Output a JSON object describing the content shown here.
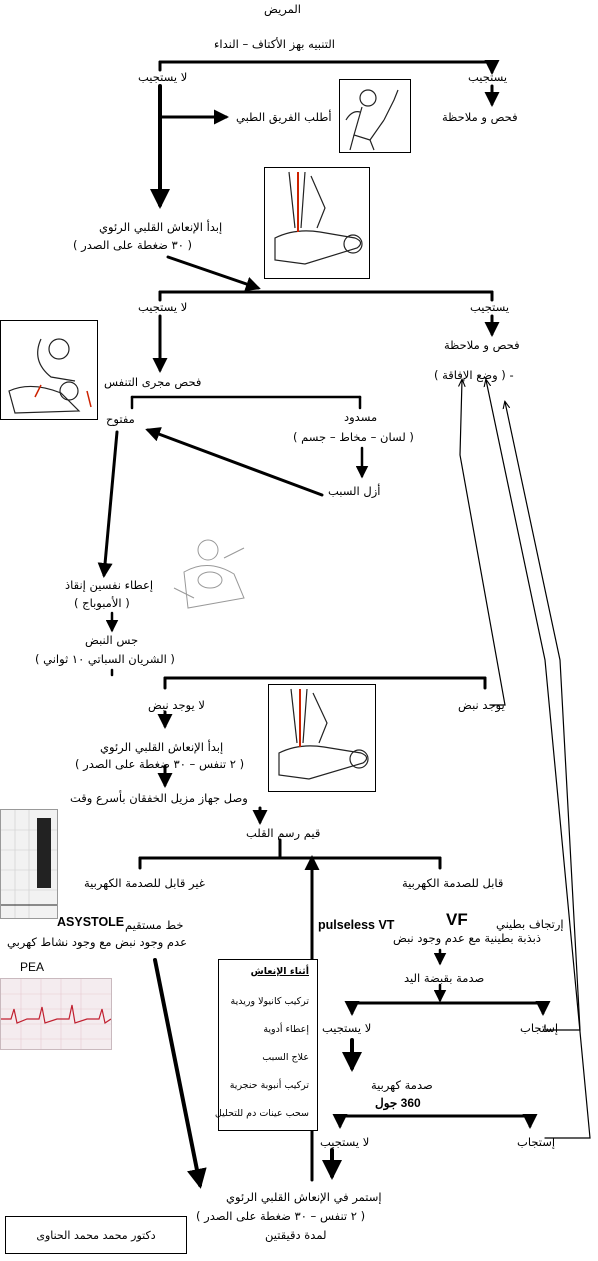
{
  "nodes": {
    "patient": "المريض",
    "stimulate": "التنبيه بهز الأكتاف – النداء",
    "responds1": "يستجيب",
    "not_responds1": "لا يستجيب",
    "examine1": "فحص و ملاحظة",
    "call_team": "أطلب الفريق الطبي",
    "start_cpr1": "إبدأ الإنعاش القلبي الرئوي",
    "cpr1_detail": "( ٣٠ ضغطة على الصدر )",
    "responds2": "يستجيب",
    "not_responds2": "لا يستجيب",
    "examine2": "فحص و ملاحظة",
    "recovery": "- ( وضع الإفاقة )",
    "airway_check": "فحص مجرى التنفس",
    "open": "مفتوح",
    "blocked": "مسدود",
    "blocked_detail": "( لسان – مخاط – جسم )",
    "remove_cause": "أزل السبب",
    "give_breaths": "إعطاء نفسين إنقاذ",
    "ambu": "( الأمبوباج )",
    "pulse_check": "جس النبض",
    "pulse_detail": "( الشريان السباتي ١٠ ثواني )",
    "pulse_present": "يوجد نبض",
    "no_pulse": "لا يوجد نبض",
    "start_cpr2": "إبدأ الإنعاش القلبي الرئوي",
    "cpr2_detail": "( ٢ تنفس – ٣٠ ضغطة على الصدر )",
    "connect_defib": "وصل جهاز مزيل الخفقان بأسرع وقت",
    "rhythm": "قيم رسم القلب",
    "shockable": "قابل للصدمة الكهربية",
    "non_shockable": "غير قابل للصدمة الكهربية",
    "vf_arabic": "إرتجاف بطيني",
    "vf": "VF",
    "pulseless_vt_detail": "ذبذبة بطينية مع عدم وجود نبض",
    "pulseless_vt": "pulseless VT",
    "asystole_arabic": "خط مستقيم",
    "asystole": "ASYSTOLE",
    "pea_detail": "عدم وجود نبض مع وجود نشاط كهربي",
    "pea": "PEA",
    "hand_shock": "صدمة بقبضة اليد",
    "responds3": "إستجاب",
    "not_responds3": "لا يستجيب",
    "electric_shock": "صدمة كهربية",
    "joules": "360 جول",
    "responds4": "إستجاب",
    "not_responds4": "لا يستجيب",
    "continue_cpr": "إستمر في الإنعاش القلبي الرئوي",
    "cpr3_detail": "( ٢ تنفس – ٣٠ ضغطة على الصدر )",
    "two_minutes": "لمدة دقيقتين"
  },
  "during_cpr": {
    "title": "أثناء الإنعاش",
    "items": [
      "تركيب كانيولا وريدية",
      "إعطاء أدوية",
      "علاج السبب",
      "تركيب أنبوبة حنجرية",
      "سحب عينات دم للتحليل"
    ]
  },
  "author": "دكتور محمد محمد الحناوى",
  "colors": {
    "line": "#000000",
    "compression_arm": "#cc2200",
    "ecg_bg": "#f4ecef",
    "ecg_trace": "#c02030"
  }
}
